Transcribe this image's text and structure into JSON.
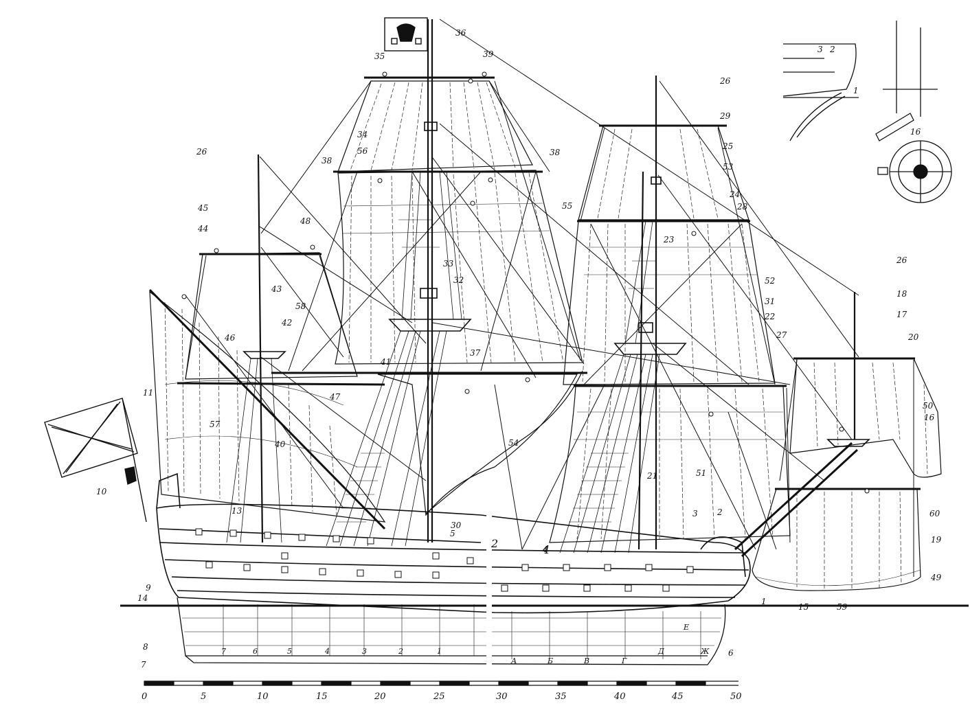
{
  "callouts": [
    {
      "id": "c1",
      "text": "1"
    },
    {
      "id": "c2",
      "text": "2"
    },
    {
      "id": "c3",
      "text": "3"
    },
    {
      "id": "c4",
      "text": "4"
    },
    {
      "id": "c5",
      "text": "5"
    },
    {
      "id": "c6",
      "text": "6"
    },
    {
      "id": "c7",
      "text": "7"
    },
    {
      "id": "c8",
      "text": "8"
    },
    {
      "id": "c9",
      "text": "9"
    },
    {
      "id": "c10",
      "text": "10"
    },
    {
      "id": "c11",
      "text": "11"
    },
    {
      "id": "c13",
      "text": "13"
    },
    {
      "id": "c14",
      "text": "14"
    },
    {
      "id": "c15",
      "text": "15"
    },
    {
      "id": "c16",
      "text": "16"
    },
    {
      "id": "c17",
      "text": "17"
    },
    {
      "id": "c18",
      "text": "18"
    },
    {
      "id": "c19",
      "text": "19"
    },
    {
      "id": "c20",
      "text": "20"
    },
    {
      "id": "c21",
      "text": "21"
    },
    {
      "id": "c22",
      "text": "22"
    },
    {
      "id": "c23",
      "text": "23"
    },
    {
      "id": "c24",
      "text": "24"
    },
    {
      "id": "c25",
      "text": "25"
    },
    {
      "id": "c26a",
      "text": "26"
    },
    {
      "id": "c26b",
      "text": "26"
    },
    {
      "id": "c26c",
      "text": "26"
    },
    {
      "id": "c27",
      "text": "27"
    },
    {
      "id": "c28",
      "text": "28"
    },
    {
      "id": "c29",
      "text": "29"
    },
    {
      "id": "c30",
      "text": "30"
    },
    {
      "id": "c31",
      "text": "31"
    },
    {
      "id": "c32",
      "text": "32"
    },
    {
      "id": "c33",
      "text": "33"
    },
    {
      "id": "c34",
      "text": "34"
    },
    {
      "id": "c35",
      "text": "35"
    },
    {
      "id": "c36",
      "text": "36"
    },
    {
      "id": "c37",
      "text": "37"
    },
    {
      "id": "c38a",
      "text": "38"
    },
    {
      "id": "c38b",
      "text": "38"
    },
    {
      "id": "c39",
      "text": "39"
    },
    {
      "id": "c40",
      "text": "40"
    },
    {
      "id": "c41",
      "text": "41"
    },
    {
      "id": "c42",
      "text": "42"
    },
    {
      "id": "c43",
      "text": "43"
    },
    {
      "id": "c44",
      "text": "44"
    },
    {
      "id": "c45",
      "text": "45"
    },
    {
      "id": "c46",
      "text": "46"
    },
    {
      "id": "c47",
      "text": "47"
    },
    {
      "id": "c48",
      "text": "48"
    },
    {
      "id": "c49",
      "text": "49"
    },
    {
      "id": "c50",
      "text": "50"
    },
    {
      "id": "c51",
      "text": "51"
    },
    {
      "id": "c52",
      "text": "52"
    },
    {
      "id": "c53",
      "text": "53"
    },
    {
      "id": "c54",
      "text": "54"
    },
    {
      "id": "c55",
      "text": "55"
    },
    {
      "id": "c56",
      "text": "56"
    },
    {
      "id": "c57",
      "text": "57"
    },
    {
      "id": "c58",
      "text": "58"
    },
    {
      "id": "c59",
      "text": "59"
    },
    {
      "id": "c60",
      "text": "60"
    },
    {
      "id": "d1",
      "text": "1"
    },
    {
      "id": "d2",
      "text": "2"
    },
    {
      "id": "d3",
      "text": "3"
    },
    {
      "id": "d16",
      "text": "16"
    },
    {
      "id": "m2",
      "text": "2"
    },
    {
      "id": "m4",
      "text": "4"
    }
  ],
  "frames": {
    "aft": [
      "7",
      "6",
      "5",
      "4",
      "3",
      "2",
      "1"
    ],
    "fore": [
      "А",
      "Б",
      "В",
      "Г",
      "Д",
      "Ж",
      "Е"
    ]
  },
  "scale_ticks": [
    "0",
    "5",
    "10",
    "15",
    "20",
    "25",
    "30",
    "35",
    "40",
    "45",
    "50"
  ]
}
